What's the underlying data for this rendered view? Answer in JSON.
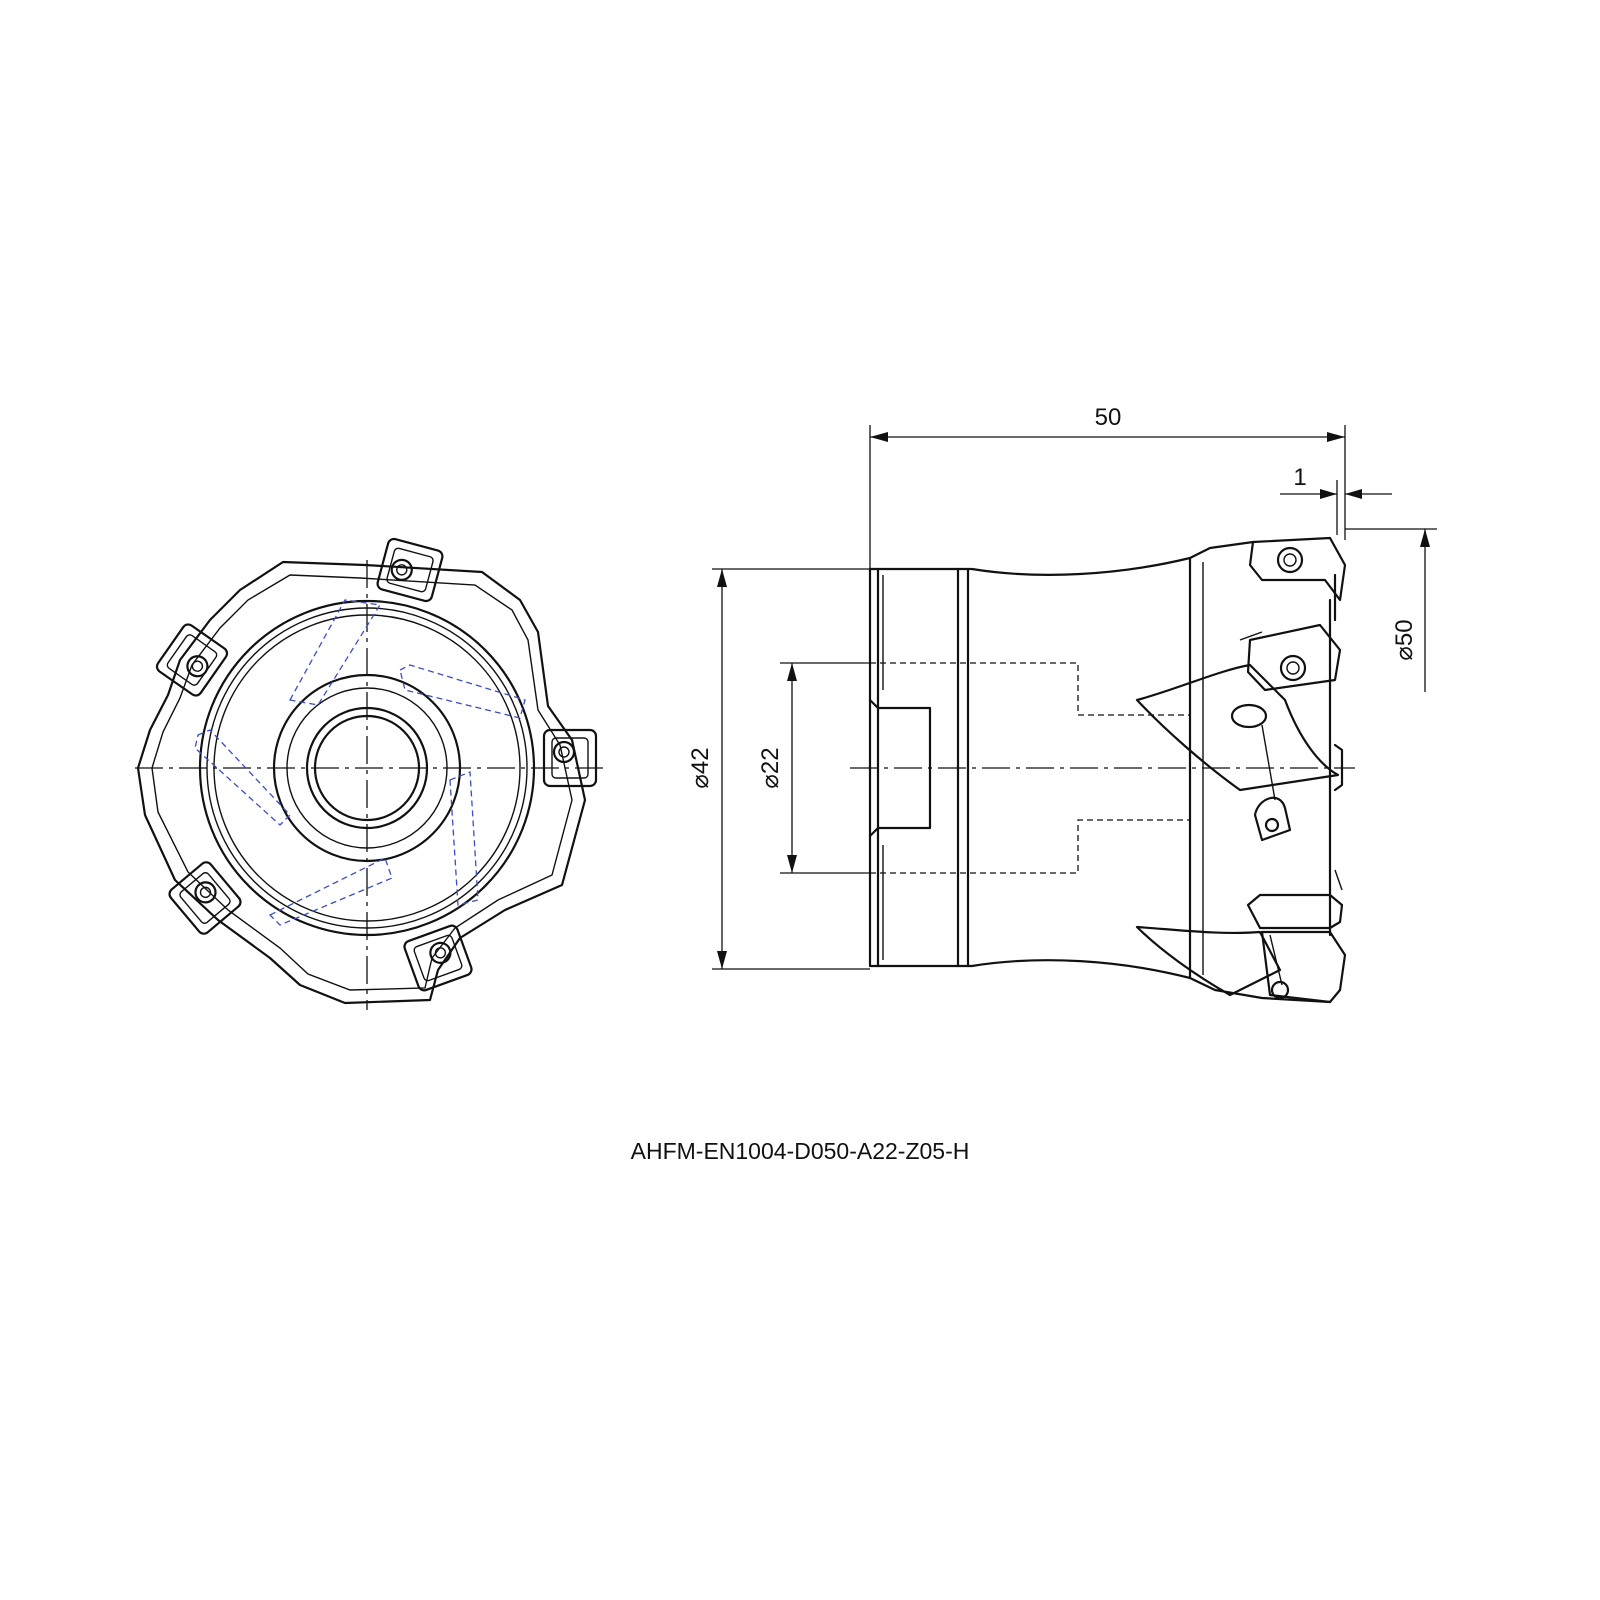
{
  "drawing": {
    "model_code": "AHFM-EN1004-D050-A22-Z05-H",
    "dimensions": {
      "overall_length": "50",
      "axial_offset": "1",
      "cutting_diameter": "50",
      "body_diameter": "42",
      "bore_diameter": "22",
      "diameter_symbol": "⌀"
    },
    "views": [
      "front-view",
      "side-view"
    ],
    "inserts_count": 5
  }
}
